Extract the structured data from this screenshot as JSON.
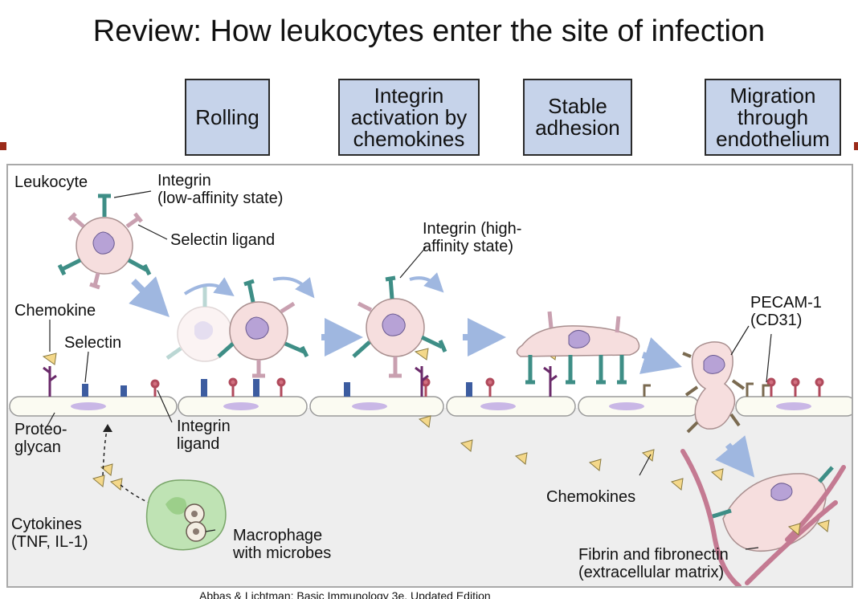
{
  "title": "Review: How leukocytes enter the site of infection",
  "stages": [
    {
      "label": "Rolling"
    },
    {
      "label": "Integrin\nactivation by\nchemokines"
    },
    {
      "label": "Stable\nadhesion"
    },
    {
      "label": "Migration\nthrough\nendothelium"
    }
  ],
  "labels": {
    "leukocyte": "Leukocyte",
    "integrin_low": "Integrin\n(low-affinity state)",
    "selectin_ligand": "Selectin ligand",
    "integrin_high": "Integrin (high-\naffinity state)",
    "chemokine": "Chemokine",
    "selectin": "Selectin",
    "pecam": "PECAM-1\n(CD31)",
    "proteoglycan": "Proteo-\nglycan",
    "integrin_ligand": "Integrin\nligand",
    "chemokines": "Chemokines",
    "cytokines": "Cytokines\n(TNF, IL-1)",
    "macrophage": "Macrophage\nwith microbes",
    "fibrin": "Fibrin and fibronectin\n(extracellular matrix)"
  },
  "credit": "Abbas & Lichtman: Basic Immunology 3e, Updated Edition",
  "colors": {
    "stage_box": "#c6d3ea",
    "leukocyte": "#f6dede",
    "integrin": "#3e8e86",
    "selectin_ligand": "#c9a0b0",
    "selectin": "#3c5ca0",
    "endothelium": "#fbfbf2",
    "tissue": "#eeeeee",
    "macrophage": "#bfe3b4",
    "chemokine": "#f4d88a",
    "arrow": "#9fb7e0",
    "fibrin": "#c47a92"
  }
}
